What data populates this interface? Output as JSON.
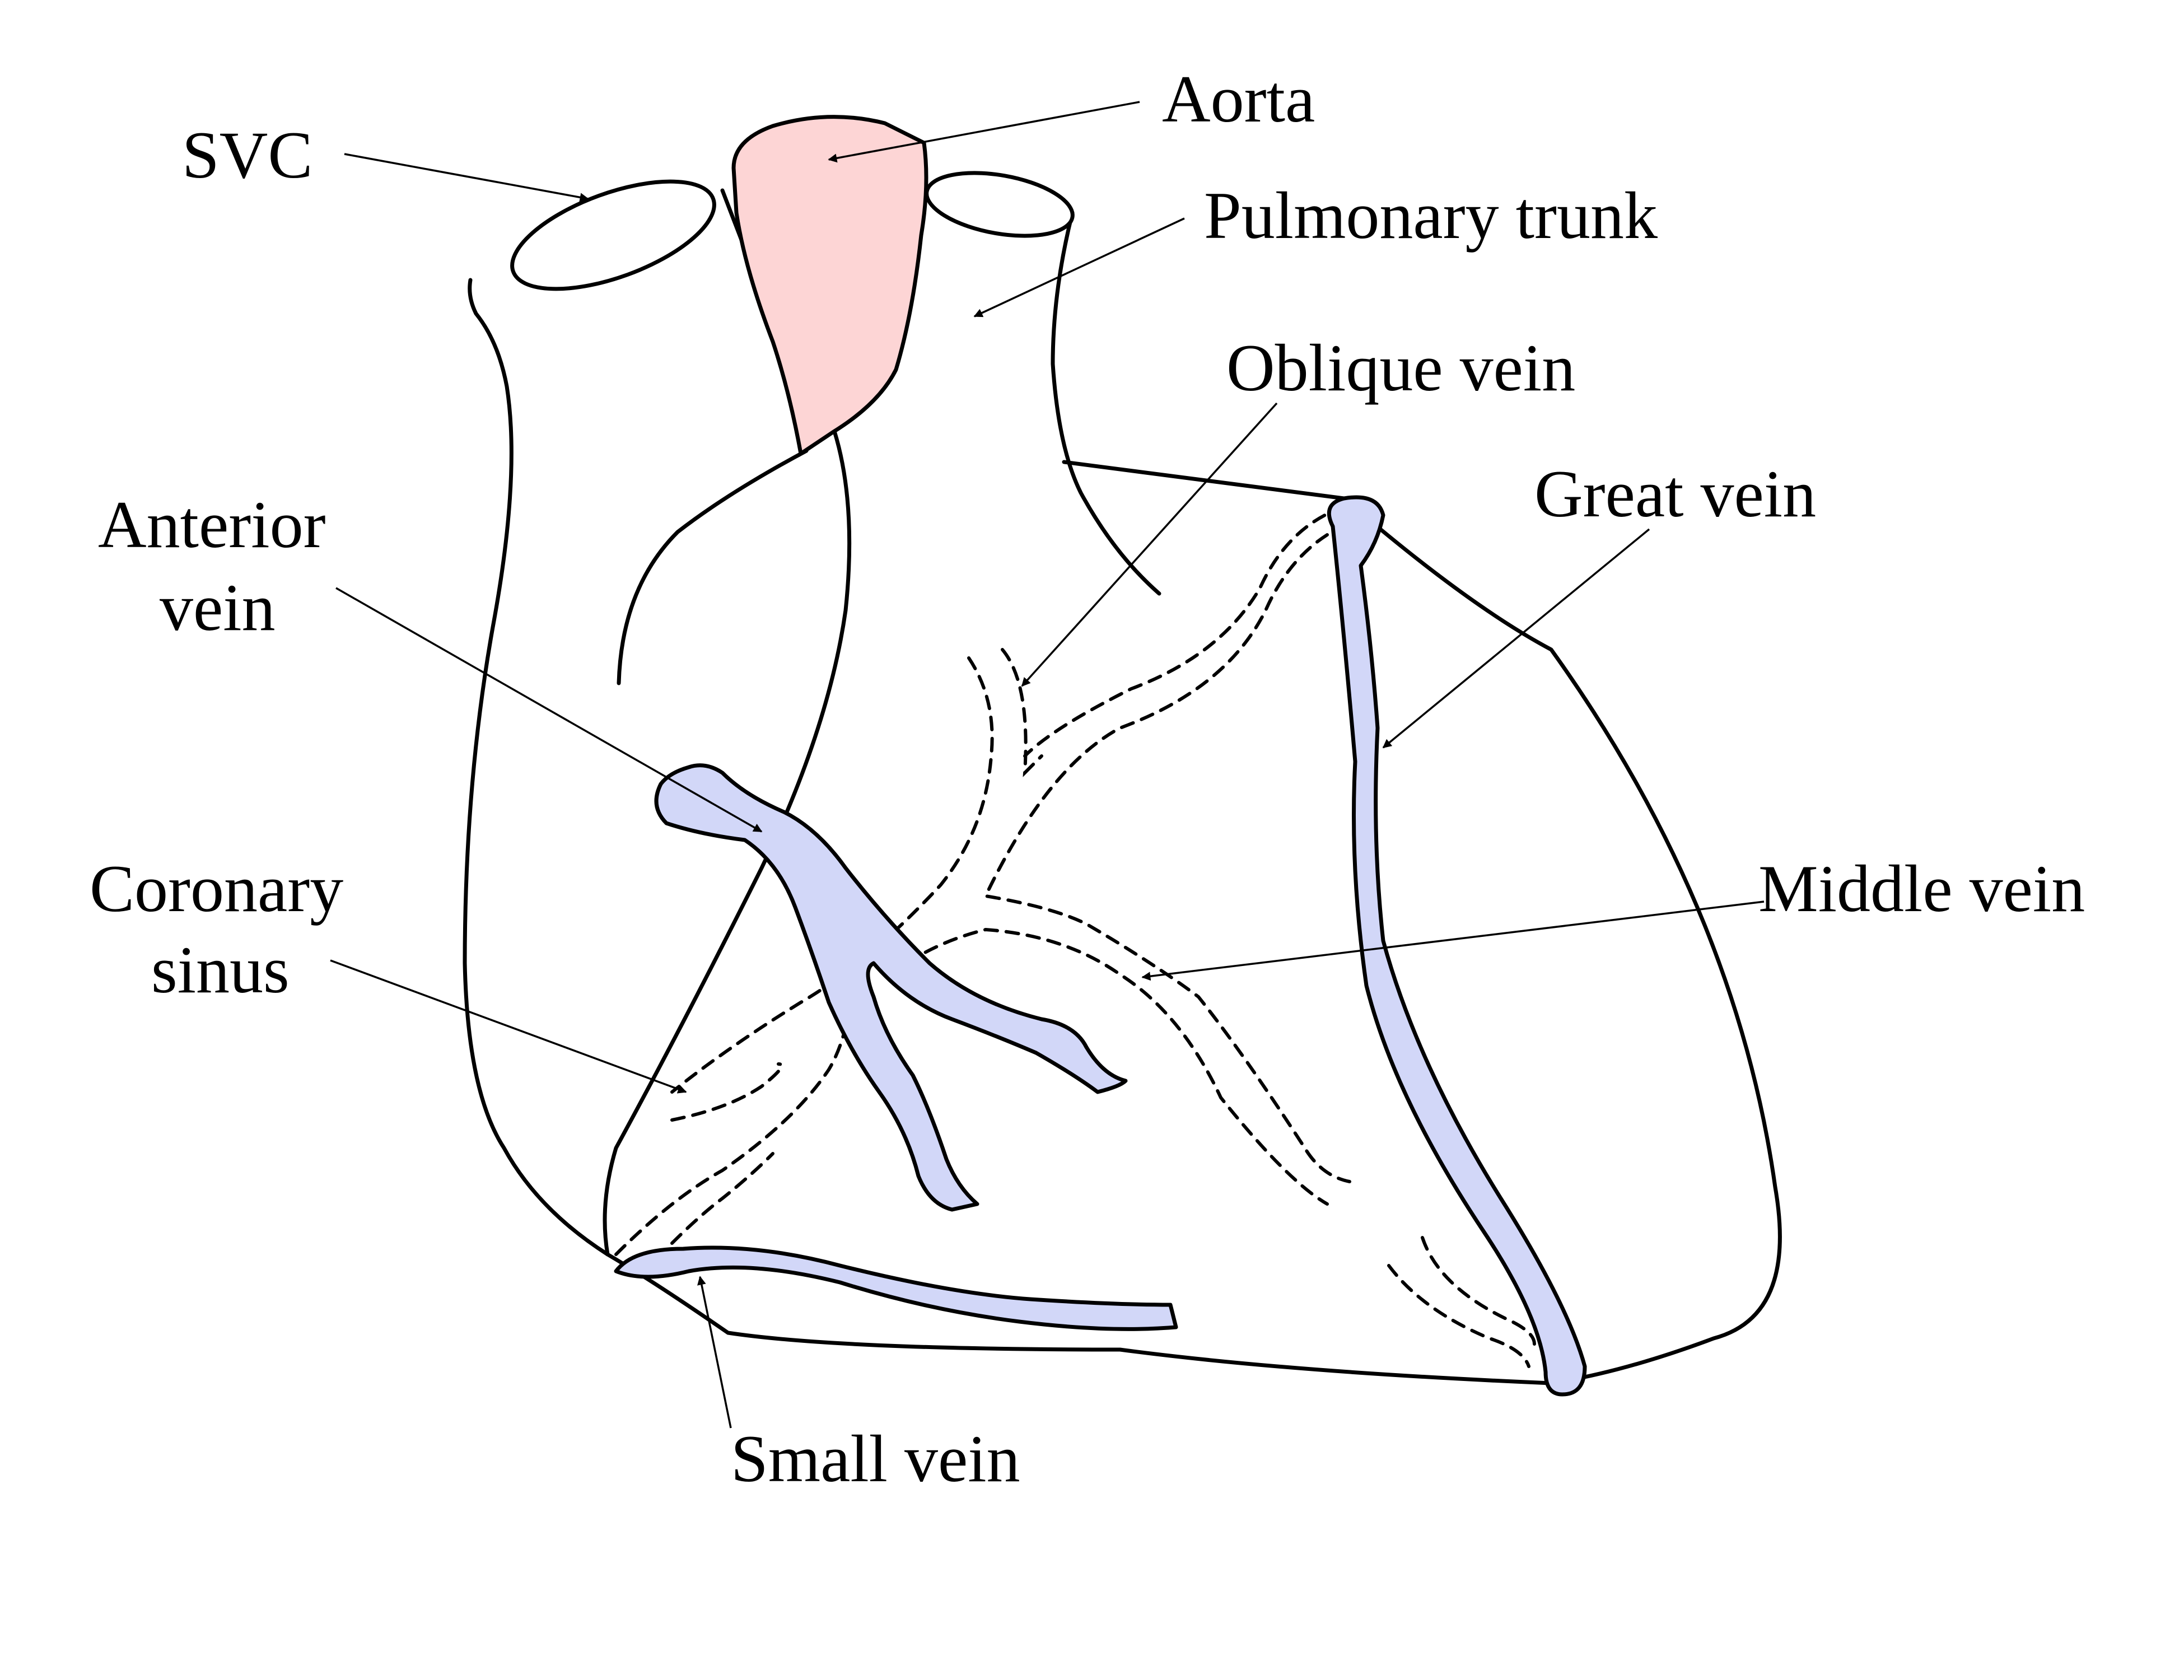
{
  "labels": {
    "svc": "SVC",
    "aorta": "Aorta",
    "pulmonary_trunk": "Pulmonary trunk",
    "oblique_vein": "Oblique vein",
    "anterior_vein_1": "Anterior",
    "anterior_vein_2": "vein",
    "great_vein": "Great vein",
    "coronary_sinus_1": "Coronary",
    "coronary_sinus_2": "sinus",
    "middle_vein": "Middle vein",
    "small_vein": "Small vein"
  },
  "colors": {
    "aorta_fill": "#fdd5d5",
    "vein_fill": "#d2d7f8",
    "outline": "#000000",
    "background": "#ffffff"
  }
}
